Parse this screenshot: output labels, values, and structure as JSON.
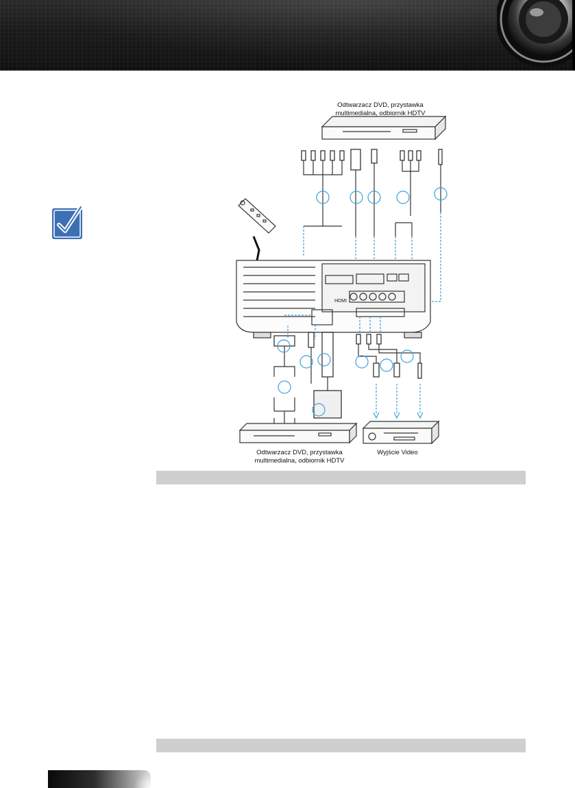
{
  "captions": {
    "top_line1": "Odtwarzacz DVD, przystawka",
    "top_line2": "multimedialna, odbiornik HDTV",
    "bottom_left_line1": "Odtwarzacz DVD, przystawka",
    "bottom_left_line2": "multimedialna, odbiornik HDTV",
    "bottom_right": "Wyjście Video"
  },
  "projector": {
    "hdmi_label": "HDMI"
  },
  "colors": {
    "header": "#1b1b1b",
    "note_icon": "#3d6fb5",
    "cable_dashed": "#3aa0d8",
    "section_bar": "#cfcfcf"
  },
  "icons": [
    "lens-icon",
    "checkmark-note-icon",
    "power-strip-icon"
  ]
}
